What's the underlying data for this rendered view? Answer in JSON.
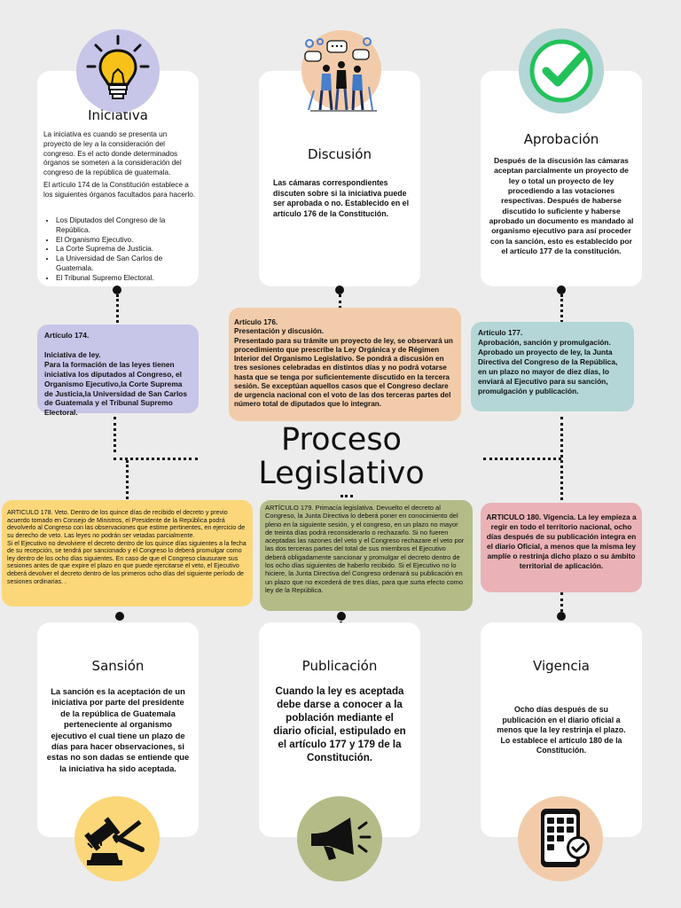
{
  "title": {
    "line1": "Proceso",
    "line2": "Legislativo"
  },
  "cards": {
    "iniciativa": {
      "title": "Iniciativa",
      "p1": "La iniciativa es cuando se presenta un proyecto de ley a la consideración del congreso. Es el acto donde determinados órganos se someten a la consideración del congreso de la república de guatemala.",
      "p2": "El artículo 174 de la Constitución establece a los siguientes órganos facultados para hacerlo.",
      "list": [
        "Los Diputados del Congreso de la República.",
        "El Organismo Ejecutivo.",
        "La Corte Suprema de Justicia.",
        "La Universidad de San Carlos de Guatemala.",
        "El Tribunal Supremo Electoral."
      ]
    },
    "discusion": {
      "title": "Discusión",
      "text": "Las cámaras correspondientes discuten sobre si la iniciativa puede ser aprobada o no. Establecido en el artículo 176 de la Constitución."
    },
    "aprobacion": {
      "title": "Aprobación",
      "text": "Después de la discusión las cámaras aceptan parcialmente un proyecto de ley o total un proyecto de ley procediendo a las votaciones respectivas. Después de haberse discutido lo suficiente y haberse aprobado un documento es mandado al organismo ejecutivo para así proceder con la sanción, esto es establecido por el artículo 177 de la constitución."
    },
    "sansion": {
      "title": "Sansión",
      "text": "La sanción es la aceptación de un iniciativa por parte del presidente de la república de Guatemala perteneciente al organismo ejecutivo el cual tiene un plazo de días para hacer observaciones, si estas no son dadas se entiende que la iniciativa ha sido aceptada."
    },
    "publicacion": {
      "title": "Publicación",
      "text": "Cuando la ley es aceptada debe darse a conocer a la población mediante el diario oficial, estipulado en el artículo 177 y 179 de la Constitución."
    },
    "vigencia": {
      "title": "Vigencia",
      "text": "Ocho días después de su publicación en el diario oficial a menos que la ley restrinja el plazo. Lo establece el artículo 180 de la Constitución."
    }
  },
  "notes": {
    "art174": "Artículo 174.\n\nIniciativa de ley.\nPara la formación de las leyes tienen iniciativa los diputados al Congreso, el Organismo Ejecutivo,la Corte Suprema de Justicia,la Universidad de San Carlos de Guatemala y el Tribunal Supremo Electoral.",
    "art176": "Artículo 176.\nPresentación y discusión.\nPresentado para su trámite un proyecto de ley, se observará un procedimiento que prescribe la Ley Orgánica y de Régimen Interior del Organismo Legislativo. Se pondrá a discusión en tres sesiones celebradas en distintos días y no podrá votarse hasta que se tenga por suficientemente discutido en la tercera sesión. Se exceptúan aquellos casos que el Congreso declare de urgencia nacional con el voto de las dos terceras partes del número total de diputados que lo integran.",
    "art177": "Artículo 177.\nAprobación, sanción y promulgación.\nAprobado un proyecto de ley, la Junta Directiva del Congreso de la República, en un plazo no mayor de diez días, lo enviará al Ejecutivo para su sanción, promulgación y publicación.",
    "art178": "ARTICULO 178. Veto. Dentro de los quince días de recibido el decreto y previo acuerdo tomado en Consejo de Ministros, el Presidente de la República podrá devolverlo al Congreso con las observaciones que estime pertinentes, en ejercicio de su derecho de veto. Las leyes no podrán ser vetadas parcialmente.\nSi el Ejecutivo no devolviere el decreto dentro de los quince días siguientes a la fecha de su recepción, se tendrá por sancionado y el Congreso lo deberá promulgar como ley dentro de los ocho días siguientes. En caso de que el Congreso clausurare sus sesiones antes de que expire el plazo en que puede ejercitarse el veto, el Ejecutivo deberá devolver el decreto dentro de los primeros ocho días del siguiente período de sesiones ordinarias. .",
    "art179": "ARTÍCULO 179. Primacía legislativa. Devuelto el decreto al Congreso, la Junta Directiva lo deberá poner en conocimiento del pleno en la siguiente sesión, y el congreso, en un plazo no mayor de treinta días podrá reconsiderarlo o rechazarlo. Si no fueren aceptadas las razones del veto y el Congreso rechazare el veto por las dos terceras partes del total de sus miembros el Ejecutivo deberá obligadamente sancionar y promulgar el decreto dentro de los ocho días siguientes de haberlo recibido. Si el Ejecutivo no lo hiciere, la Junta Directiva del Congreso ordenará su publicación en un plazo que no excederá de tres días, para que surta efecto como ley de la República.",
    "art180": "ARTICULO 180. Vigencia. La ley empieza a regir en todo el territorio nacional, ocho días después de su publicación integra en el diario Oficial, a menos que la misma ley amplíe o restrinja dicho plazo o su ámbito territorial de aplicación."
  },
  "icons": {
    "lightbulb": "lightbulb-icon",
    "discussion": "people-discussion-icon",
    "check": "checkmark-icon",
    "gavel": "gavel-icon",
    "megaphone": "megaphone-icon",
    "calendar": "calendar-check-icon"
  },
  "colors": {
    "background": "#ececec",
    "lavender": "#c7c5e8",
    "peach": "#f2ccaa",
    "teal": "#b4d6d6",
    "yellow": "#fbd77a",
    "olive": "#b4bb87",
    "pink": "#eab2b6"
  }
}
